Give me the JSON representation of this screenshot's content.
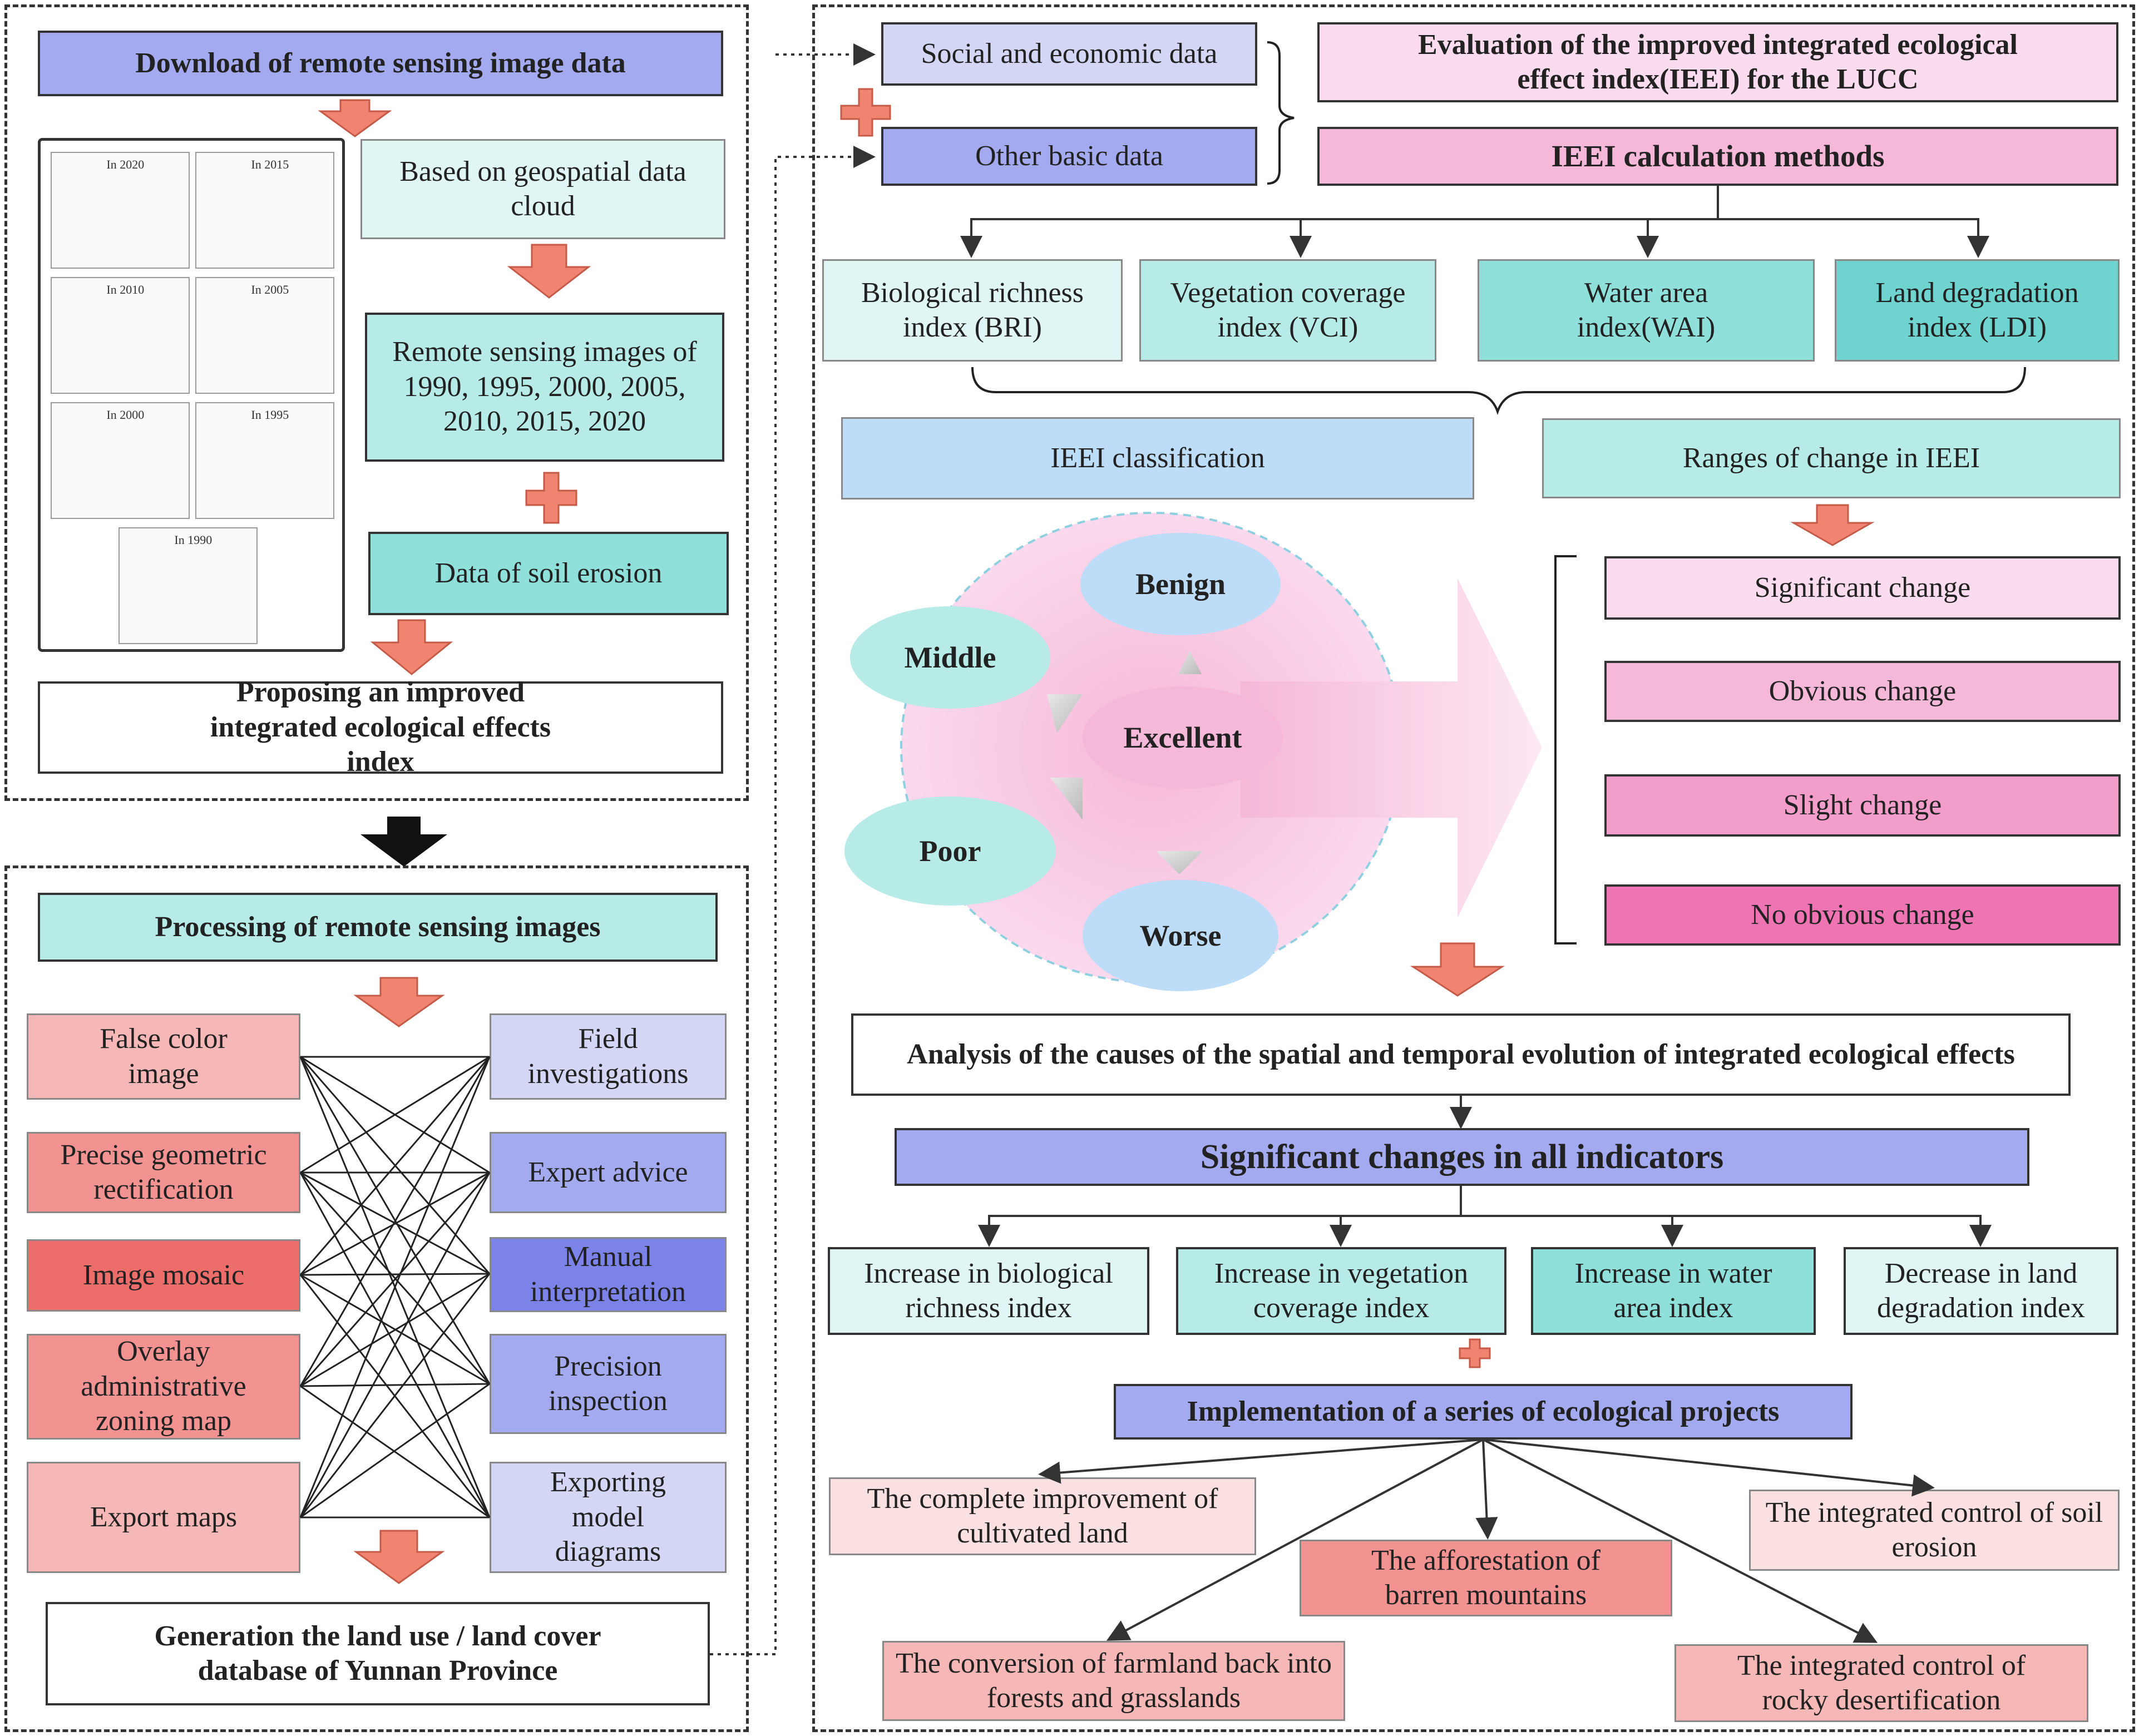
{
  "colors": {
    "lavender": "#d4d6f5",
    "periwinkle": "#a4aaf0",
    "indigo": "#7b82e8",
    "pale_teal": "#e0f6f4",
    "teal_light": "#b7ebe7",
    "teal_mid": "#8fdfdb",
    "teal_dark": "#6fd3cf",
    "sky": "#bcdcf7",
    "pink_light": "#fbdcef",
    "pink_mid": "#f5b8d8",
    "pink_dark": "#ee74b3",
    "salmon_light": "#f6b8b6",
    "salmon_mid": "#f29392",
    "salmon_dark": "#ed6d6b",
    "arrow_orange": "#f08471"
  },
  "left_top": {
    "download": "Download of remote sensing image data",
    "geo_cloud": "Based on geospatial data cloud",
    "rs_images": "Remote sensing images of 1990, 1995, 2000, 2005, 2010, 2015, 2020",
    "soil_erosion": "Data of soil erosion",
    "proposing": "Proposing an improved integrated ecological effects index",
    "map_years": [
      "In 2020",
      "In 2015",
      "In 2010",
      "In 2005",
      "In 2000",
      "In 1995",
      "In 1990"
    ]
  },
  "left_bottom": {
    "processing": "Processing of remote sensing images",
    "left_items": [
      "False color image",
      "Precise geometric rectification",
      "Image mosaic",
      "Overlay administrative zoning map",
      "Export maps"
    ],
    "right_items": [
      "Field investigations",
      "Expert advice",
      "Manual interpretation",
      "Precision inspection",
      "Exporting model diagrams"
    ],
    "generation": "Generation the land use / land cover database of Yunnan Province"
  },
  "right": {
    "social": "Social and economic data",
    "other": "Other basic data",
    "evaluation": "Evaluation of the improved integrated ecological effect index(IEEI) for the LUCC",
    "methods": "IEEI calculation methods",
    "indices": [
      "Biological richness index (BRI)",
      "Vegetation coverage index (VCI)",
      "Water area index(WAI)",
      "Land degradation index (LDI)"
    ],
    "classification": "IEEI classification",
    "ranges": "Ranges of change in IEEI",
    "classes": {
      "benign": "Benign",
      "middle": "Middle",
      "excellent": "Excellent",
      "poor": "Poor",
      "worse": "Worse"
    },
    "changes": [
      "Significant change",
      "Obvious change",
      "Slight change",
      "No obvious change"
    ],
    "analysis": "Analysis of the causes of the spatial and temporal evolution of integrated ecological effects",
    "significant": "Significant changes in all indicators",
    "increases": [
      "Increase in biological richness index",
      "Increase in vegetation coverage index",
      "Increase in water area index",
      "Decrease in land degradation index"
    ],
    "implementation": "Implementation of a series of ecological projects",
    "projects": [
      "The complete improvement of cultivated land",
      "The afforestation of barren mountains",
      "The integrated control of soil erosion",
      "The conversion of farmland back into forests and grasslands",
      "The integrated control of rocky desertification"
    ]
  }
}
